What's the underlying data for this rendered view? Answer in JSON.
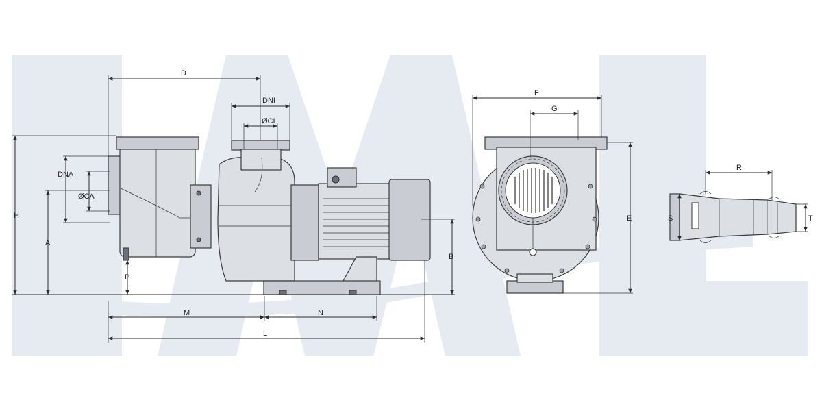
{
  "colors": {
    "watermark": "#e6eaf1",
    "line": "#2a2a2a",
    "body_fill": "#dcdfe3"
  },
  "watermark": {
    "text": "IML"
  },
  "dimensions": {
    "D": "D",
    "DNI": "DNI",
    "CI": "ØCI",
    "DNA": "DNA",
    "CA": "ØCA",
    "H": "H",
    "A": "A",
    "P": "P",
    "B": "B",
    "M": "M",
    "N": "N",
    "L": "L",
    "F": "F",
    "G": "G",
    "E": "E",
    "R": "R",
    "S": "S",
    "T": "T"
  }
}
